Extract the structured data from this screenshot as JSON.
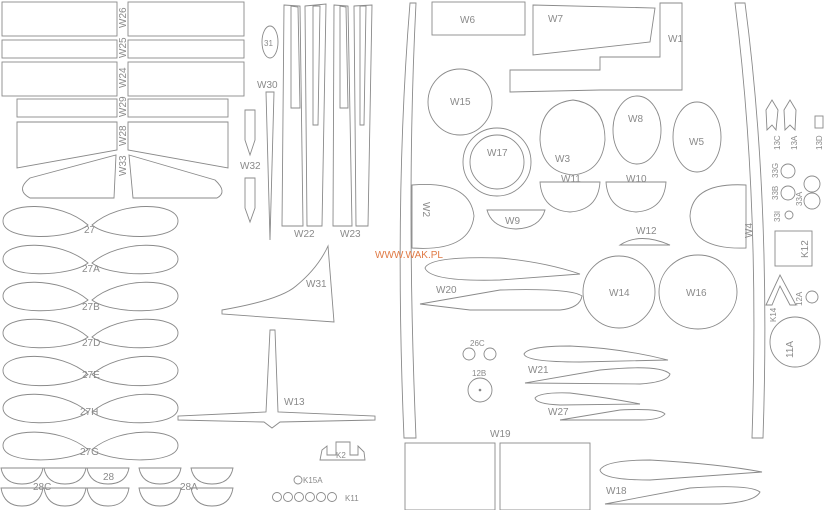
{
  "watermark": "WWW.WAK.PL",
  "colors": {
    "outline": "#8a8a8a",
    "watermark": "#e07a45",
    "background": "#ffffff"
  },
  "parts": {
    "w26": "W26",
    "w25": "W25",
    "w24": "W24",
    "w29": "W29",
    "w28": "W28",
    "w33": "W33",
    "p31": "31",
    "w30": "W30",
    "w32": "W32",
    "w22": "W22",
    "w23": "W23",
    "p27": "27",
    "p27a": "27A",
    "p27b": "27B",
    "p27d": "27D",
    "p27e": "27E",
    "p27h": "27H",
    "p27g": "27G",
    "p28": "28",
    "p28c": "28C",
    "p28a": "28A",
    "w31": "W31",
    "w13": "W13",
    "k2": "K2",
    "k15a": "K15A",
    "k11": "K11",
    "w6": "W6",
    "w7": "W7",
    "w1": "W1",
    "w15": "W15",
    "w17": "W17",
    "w3": "W3",
    "w8": "W8",
    "w5": "W5",
    "w11": "W11",
    "w10": "W10",
    "w9": "W9",
    "w2": "W2",
    "w12": "W12",
    "w4": "W4",
    "w14": "W14",
    "w16": "W16",
    "w20": "W20",
    "p26c": "26C",
    "p12b": "12B",
    "w21": "W21",
    "w27": "W27",
    "w19": "W19",
    "w18": "W18",
    "p13c": "13C",
    "p13a": "13A",
    "p13d": "13D",
    "p33g": "33G",
    "p33b": "33B",
    "p33a": "33A",
    "p33i": "33I",
    "k12": "K12",
    "k14": "K14",
    "p12a": "12A",
    "p11a": "11A"
  }
}
